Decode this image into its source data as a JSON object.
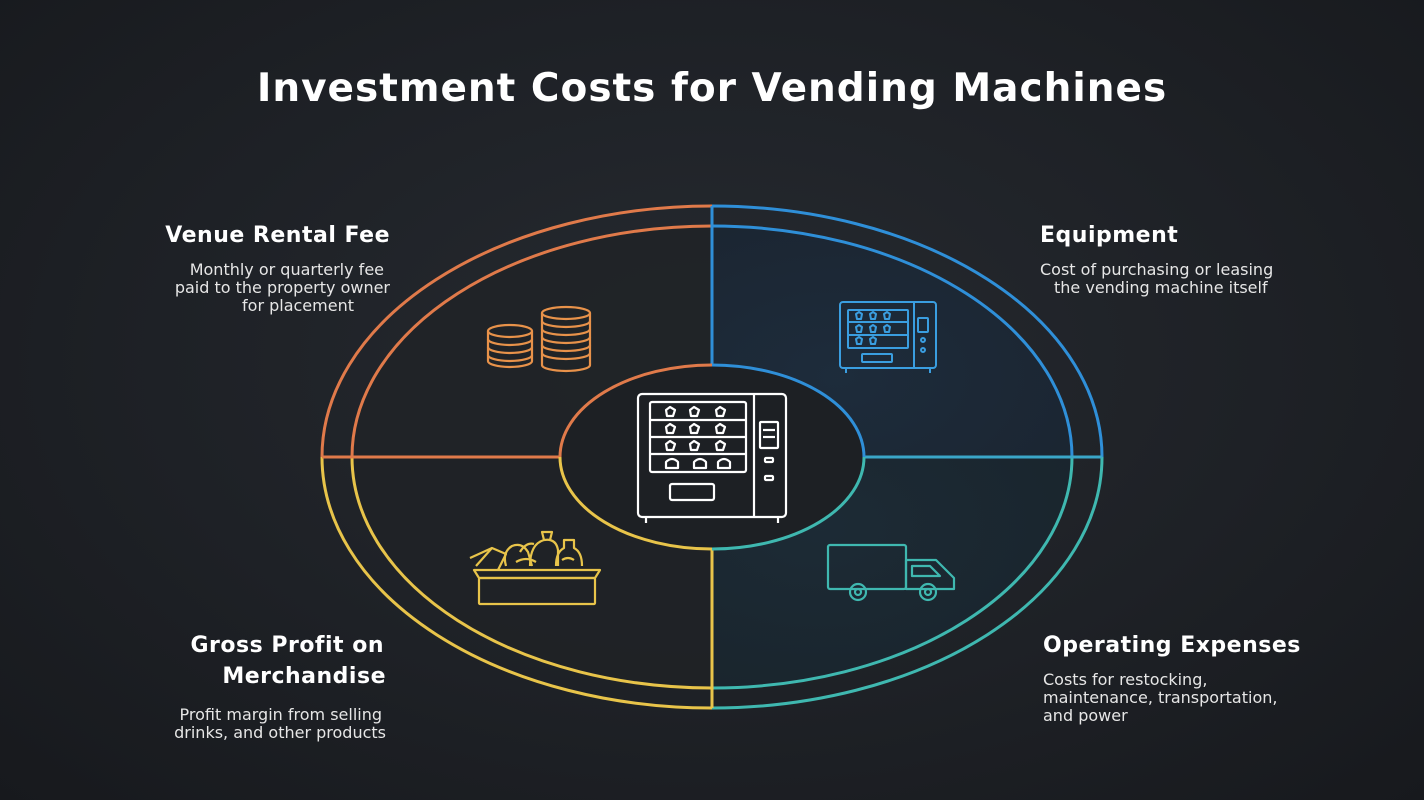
{
  "title": "Investment Costs for Vending Machines",
  "colors": {
    "venue": "#e07a4a",
    "equipment": "#2f8fd8",
    "gross": "#e8c44a",
    "operating": "#3fb8b0",
    "center_icon": "#ffffff"
  },
  "segments": [
    {
      "id": "venue",
      "heading": "Venue Rental Fee",
      "description": "Monthly or quarterly fee paid to the property owner for placement",
      "description_lines": [
        "Monthly or quarterly fee",
        "paid to the property owner",
        "for placement"
      ],
      "icon": "coin-stacks-icon"
    },
    {
      "id": "equipment",
      "heading": "Equipment",
      "description": "Cost of purchasing or leasing the vending machine itself",
      "description_lines": [
        "Cost of purchasing or leasing",
        "the vending machine itself"
      ],
      "icon": "vending-machine-icon"
    },
    {
      "id": "gross",
      "heading_lines": [
        "Gross Profit on",
        "Merchandise"
      ],
      "description": "Profit margin from selling drinks, and other products",
      "description_lines": [
        "Profit margin from selling",
        "drinks, and other products"
      ],
      "icon": "snack-box-icon"
    },
    {
      "id": "operating",
      "heading": "Operating Expenses",
      "description": "Costs for restocking, maintenance, transportation, and power",
      "description_lines": [
        "Costs for restocking,",
        "maintenance, transportation,",
        "and power"
      ],
      "icon": "delivery-truck-icon"
    }
  ],
  "center_icon": "vending-machine-icon"
}
